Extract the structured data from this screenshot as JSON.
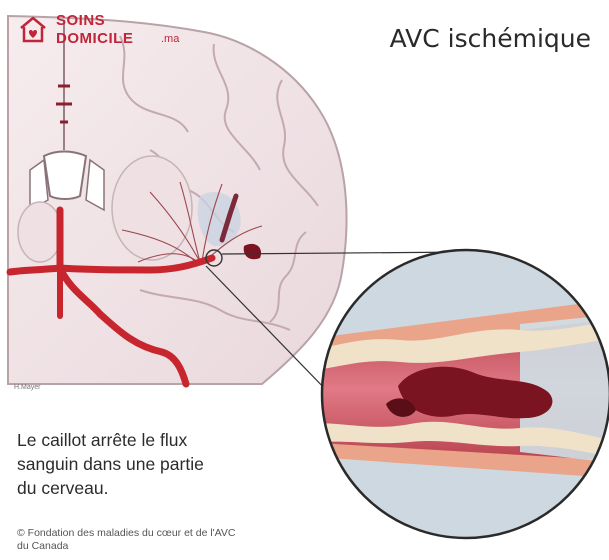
{
  "logo": {
    "line1": "SOINS",
    "line2": "DOMICILE",
    "suffix": ".ma",
    "icon": "house-heart-icon",
    "color": "#c0253a"
  },
  "title": "AVC ischémique",
  "artist_signature": "H.Mayer",
  "caption": {
    "line1": "Le caillot arrête le flux",
    "line2": "sanguin dans une partie",
    "line3": "du cerveau."
  },
  "credit": {
    "line1": "© Fondation des maladies du cœur et de l'AVC",
    "line2": "du Canada"
  },
  "colors": {
    "brain_tissue": "#f1e4e6",
    "brain_outline": "#b7a3a8",
    "artery": "#c8262e",
    "clot": "#7a1420",
    "vessel_wall": "#e9a48a",
    "plaque": "#efe2c8",
    "magnifier_bg": "#c3d2dc"
  }
}
